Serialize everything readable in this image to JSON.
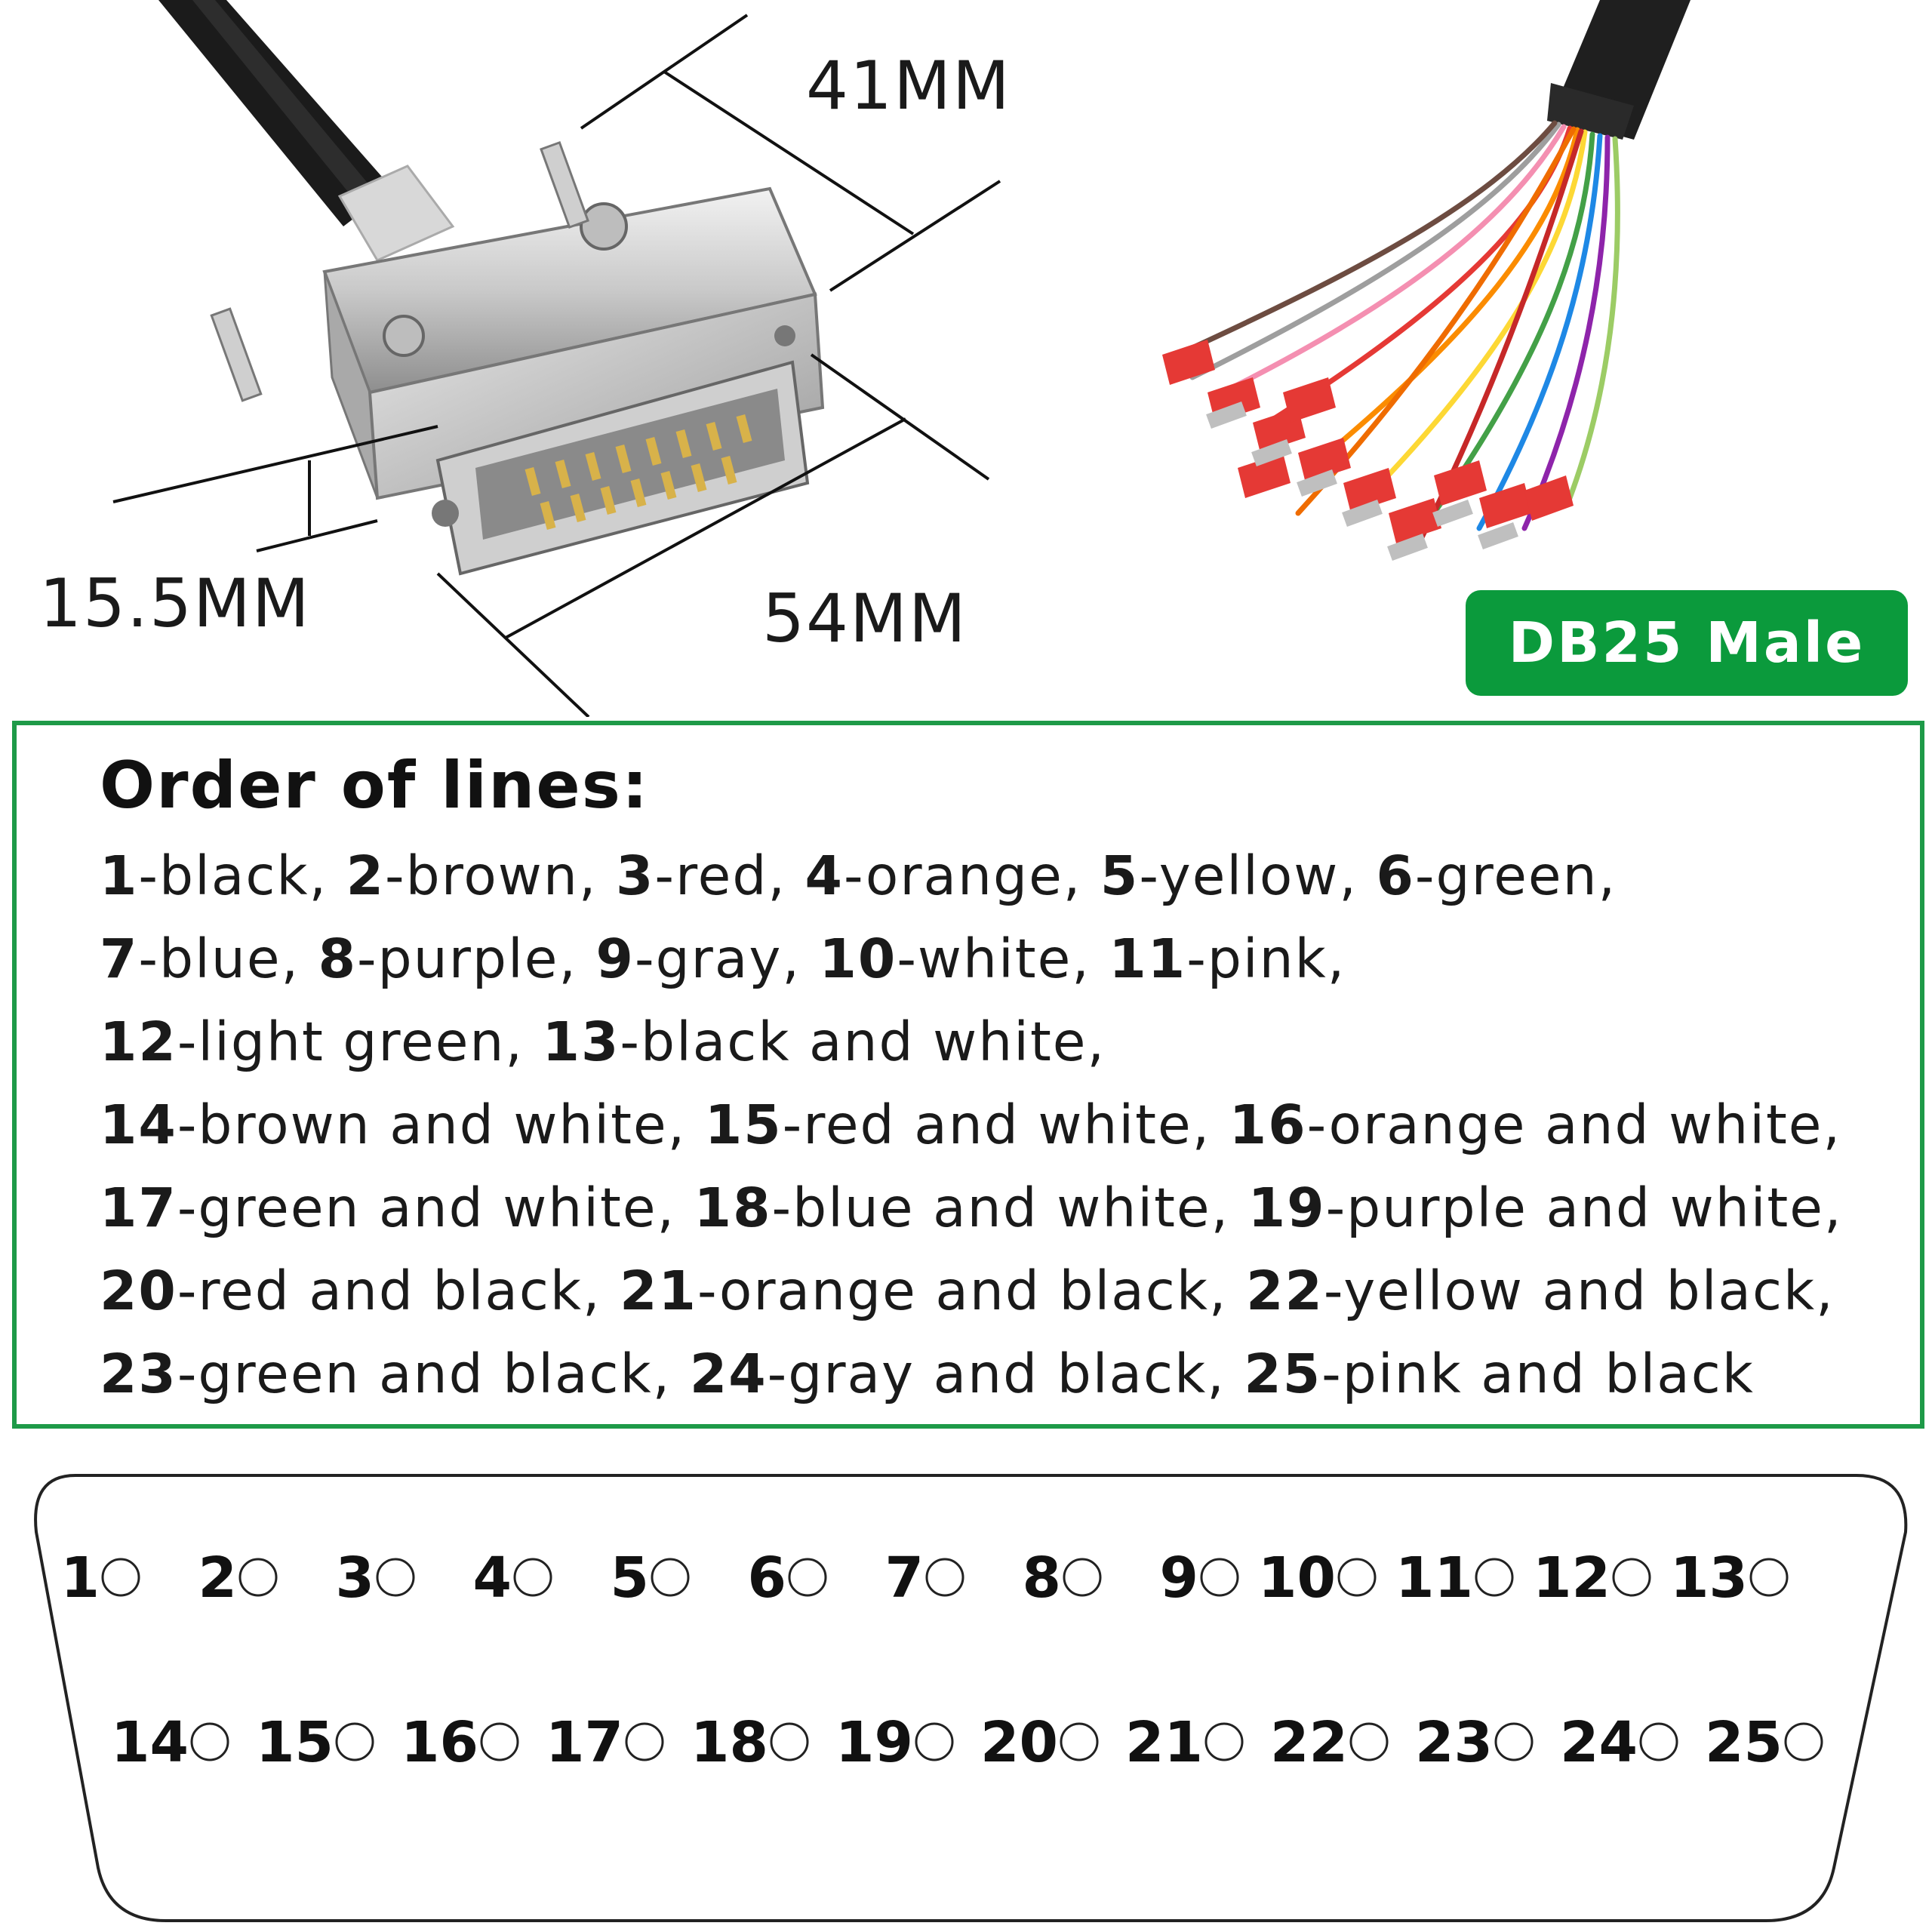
{
  "dimensions": {
    "width_41": "41MM",
    "height_15_5": "15.5MM",
    "length_54": "54MM"
  },
  "badge": {
    "label": "DB25 Male",
    "color": "#0b9a3c"
  },
  "order": {
    "title": "Order of lines:",
    "border_color": "#1e9a48",
    "lines": [
      [
        {
          "n": "1",
          "c": "-black, "
        },
        {
          "n": "2",
          "c": "-brown, "
        },
        {
          "n": "3",
          "c": "-red,  "
        },
        {
          "n": "4",
          "c": "-orange, "
        },
        {
          "n": "5",
          "c": "-yellow, "
        },
        {
          "n": "6",
          "c": "-green,"
        }
      ],
      [
        {
          "n": "7",
          "c": "-blue,  "
        },
        {
          "n": "8",
          "c": "-purple, "
        },
        {
          "n": "9",
          "c": "-gray, "
        },
        {
          "n": "10",
          "c": "-white, "
        },
        {
          "n": "11",
          "c": "-pink,"
        }
      ],
      [
        {
          "n": "12",
          "c": "-light green,  "
        },
        {
          "n": "13",
          "c": "-black and white,"
        }
      ],
      [
        {
          "n": "14",
          "c": "-brown and white, "
        },
        {
          "n": "15",
          "c": "-red and white, "
        },
        {
          "n": "16",
          "c": "-orange and white,"
        }
      ],
      [
        {
          "n": "17",
          "c": "-green and white, "
        },
        {
          "n": "18",
          "c": "-blue and white, "
        },
        {
          "n": "19",
          "c": "-purple and white,"
        }
      ],
      [
        {
          "n": "20",
          "c": "-red and black, "
        },
        {
          "n": "21",
          "c": "-orange and black, "
        },
        {
          "n": "22",
          "c": "-yellow and black,"
        }
      ],
      [
        {
          "n": "23",
          "c": "-green and black, "
        },
        {
          "n": "24",
          "c": "-gray and black, "
        },
        {
          "n": "25",
          "c": "-pink and black"
        }
      ]
    ]
  },
  "pinout": {
    "top_row": [
      "1",
      "2",
      "3",
      "4",
      "5",
      "6",
      "7",
      "8",
      "9",
      "10",
      "11",
      "12",
      "13"
    ],
    "bottom_row": [
      "14",
      "15",
      "16",
      "17",
      "18",
      "19",
      "20",
      "21",
      "22",
      "23",
      "24",
      "25"
    ]
  }
}
